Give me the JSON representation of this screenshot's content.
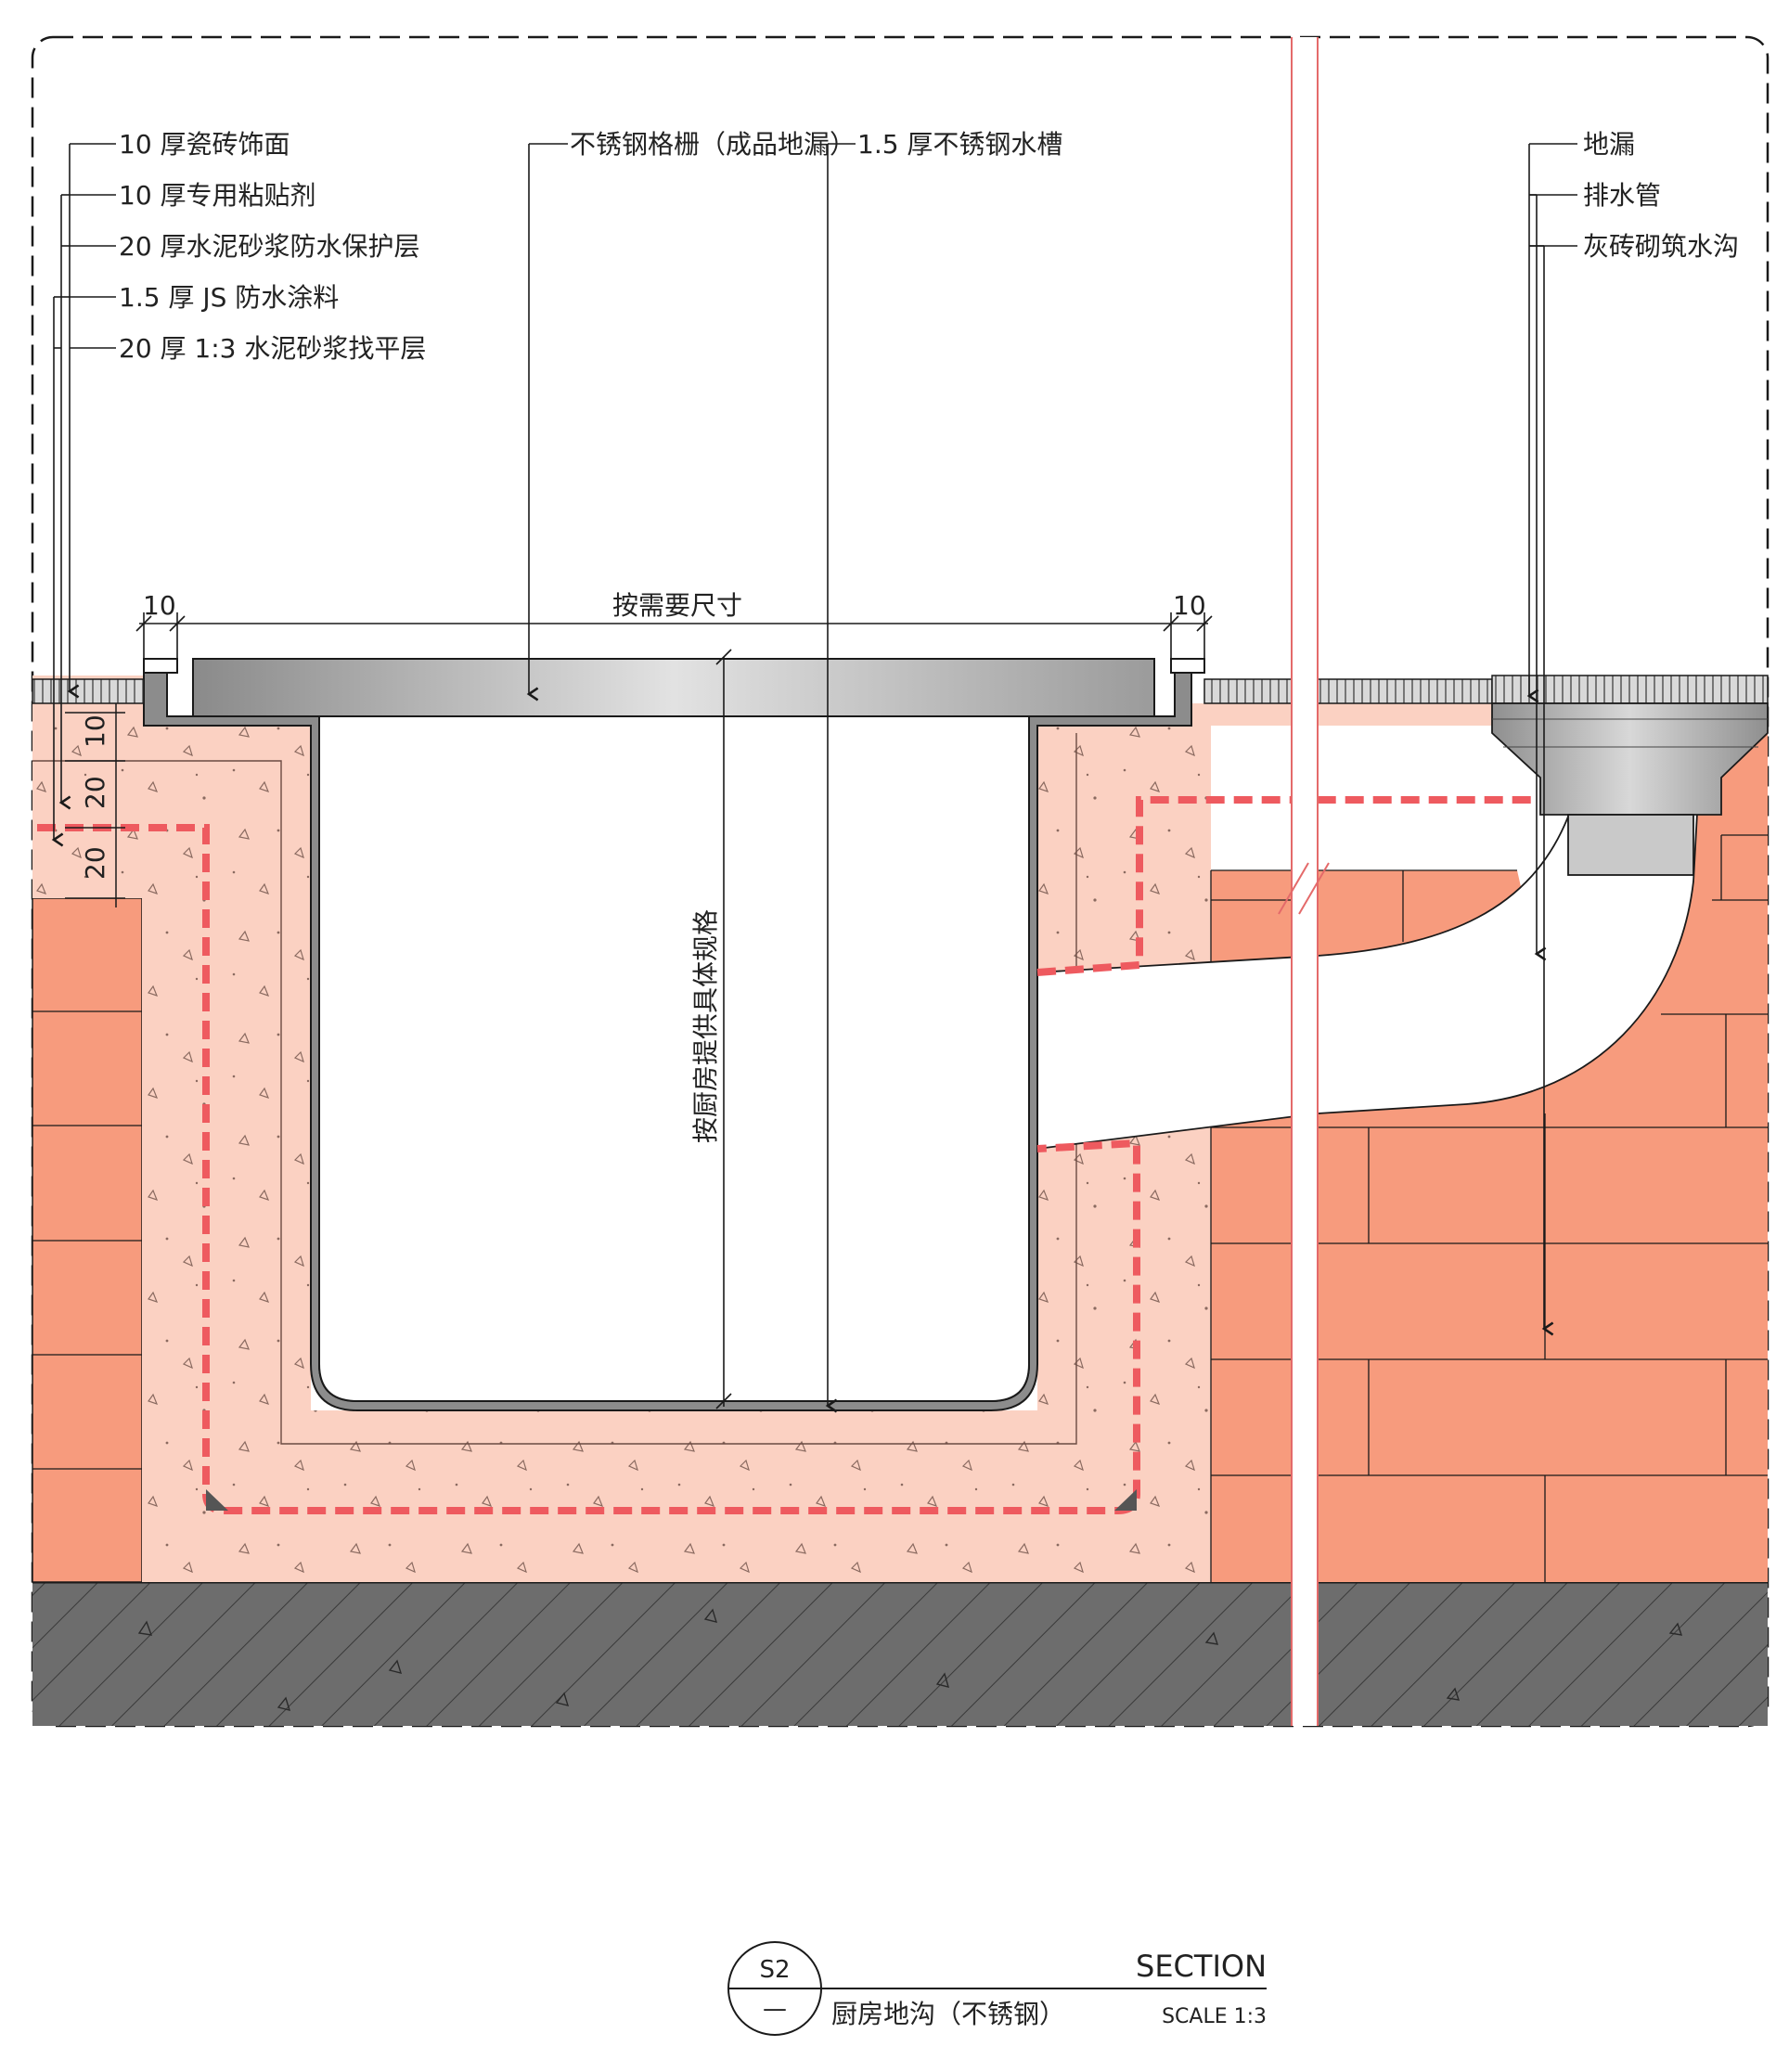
{
  "left_labels": [
    "10 厚瓷砖饰面",
    "10 厚专用粘贴剂",
    "20 厚水泥砂浆防水保护层",
    "1.5 厚 JS 防水涂料",
    "20 厚 1:3 水泥砂浆找平层"
  ],
  "top_labels": {
    "grate": "不锈钢格栅（成品地漏）",
    "trough": "1.5 厚不锈钢水槽"
  },
  "right_labels": [
    "地漏",
    "排水管",
    "灰砖砌筑水沟"
  ],
  "dimensions": {
    "left_gap": "10",
    "right_gap": "10",
    "width": "按需要尺寸",
    "depth": "按厨房提供具体规格",
    "layer_1": "10",
    "layer_2": "20",
    "layer_3": "20"
  },
  "title_block": {
    "id": "S2",
    "sheet": "—",
    "kind": "SECTION",
    "name": "厨房地沟（不锈钢）",
    "scale": "SCALE 1:3"
  },
  "colors": {
    "brick": "#f79b7d",
    "mortar": "#fbd1c2",
    "waterproof_line": "#ee5a5f",
    "concrete": "#6b6b6b",
    "steel": "#9a9a9a",
    "outline": "#1a1a1a"
  }
}
